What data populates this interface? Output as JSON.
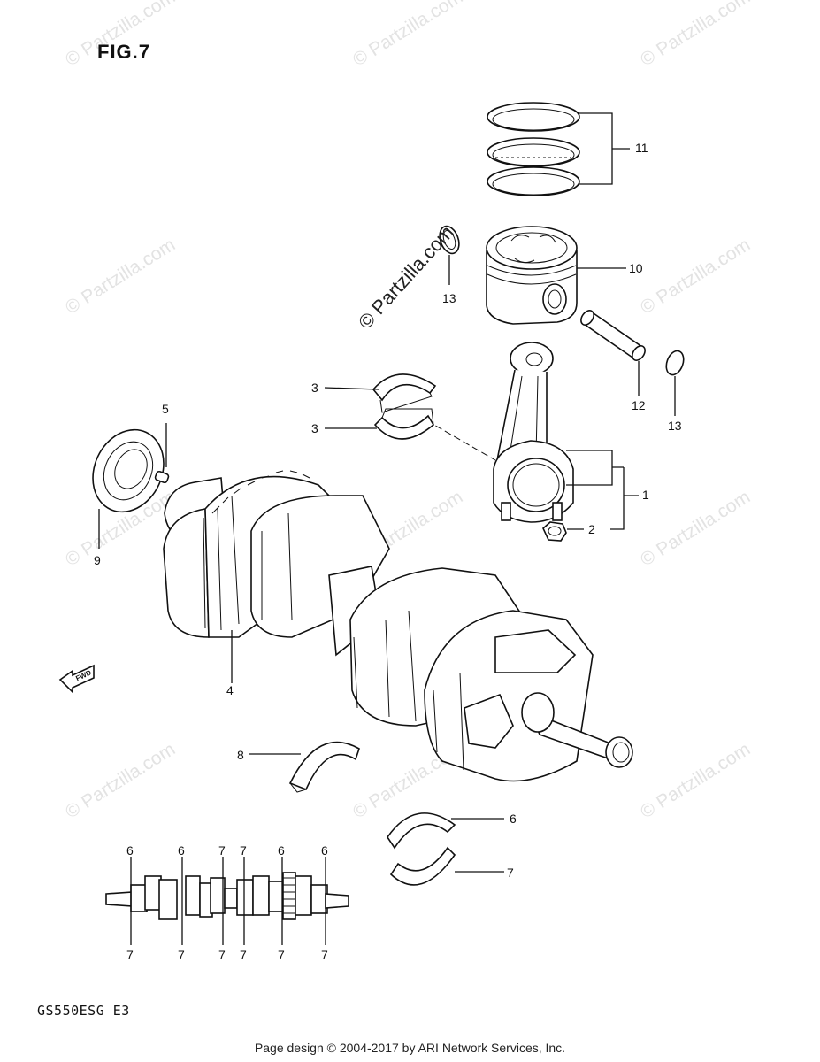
{
  "figure": {
    "title": "FIG.7"
  },
  "model_code": "GS550ESG  E3",
  "footer": "Page design © 2004-2017 by ARI Network Services, Inc.",
  "watermark": {
    "text": "© Partzilla.com",
    "main_text": "© Partzilla.com"
  },
  "fwd_label": "FWD",
  "callouts": {
    "c1": "1",
    "c2": "2",
    "c3a": "3",
    "c3b": "3",
    "c4": "4",
    "c5": "5",
    "c6a": "6",
    "c7a": "7",
    "c8": "8",
    "c9": "9",
    "c10": "10",
    "c11": "11",
    "c12": "12",
    "c13a": "13",
    "c13b": "13"
  },
  "bearing_map": {
    "top": [
      "6",
      "6",
      "7",
      "7",
      "6",
      "6"
    ],
    "bottom": [
      "7",
      "7",
      "7",
      "7",
      "7",
      "7"
    ]
  }
}
